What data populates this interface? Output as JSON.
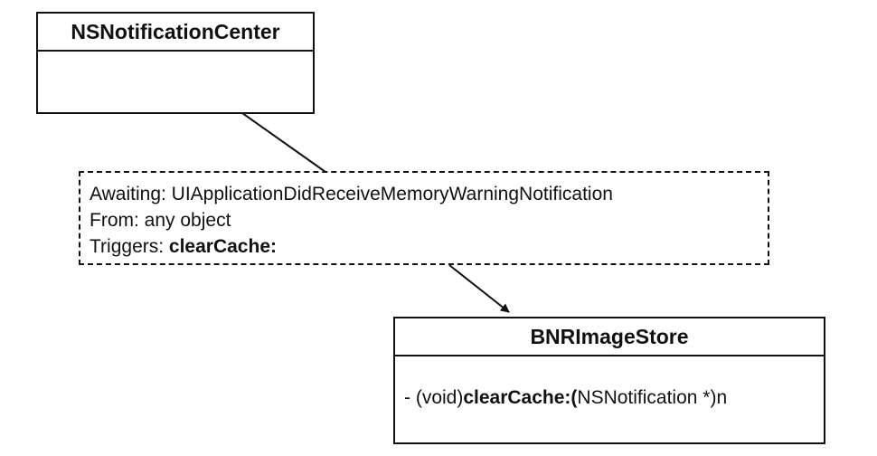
{
  "notification_center": {
    "title": "NSNotificationCenter"
  },
  "observer_note": {
    "awaiting_label": "Awaiting: ",
    "awaiting_value": "UIApplicationDidReceiveMemoryWarningNotification",
    "from_label": "From: ",
    "from_value": "any object",
    "triggers_label": "Triggers: ",
    "triggers_value": "clearCache:"
  },
  "image_store": {
    "title": "BNRImageStore",
    "method_prefix": "- (void)",
    "method_name": "clearCache:(",
    "method_suffix": "NSNotification *)n"
  },
  "colors": {
    "stroke": "#111111",
    "background": "#ffffff"
  }
}
